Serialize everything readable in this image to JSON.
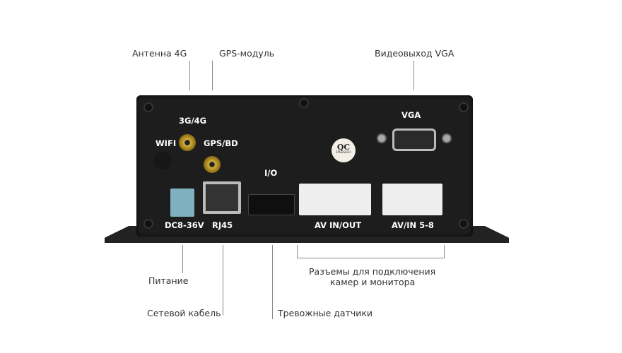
{
  "annotations": {
    "antenna_4g": "Антенна 4G",
    "gps_module": "GPS-модуль",
    "vga_out": "Видеовыход VGA",
    "power": "Питание",
    "network_cable": "Сетевой кабель",
    "alarm_sensors": "Тревожные датчики",
    "camera_connectors_line1": "Разъемы для подключения",
    "camera_connectors_line2": "камер и монитора"
  },
  "panel_labels": {
    "lte": "3G/4G",
    "wifi": "WIFI",
    "gps": "GPS/BD",
    "vga": "VGA",
    "io": "I/O",
    "power": "DC8-36V",
    "rj45": "RJ45",
    "av_in_out": "AV IN/OUT",
    "av_in_5_8": "AV/IN 5-8"
  },
  "sticker": {
    "top": "QC",
    "bottom": "PASSED"
  }
}
